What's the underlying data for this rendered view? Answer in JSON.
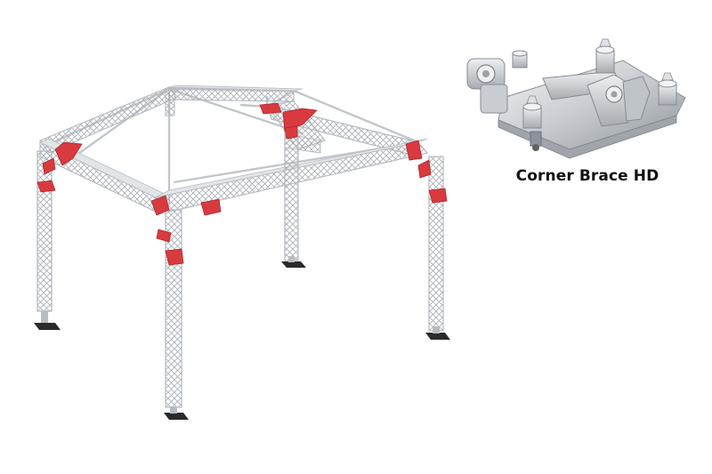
{
  "caption": "Corner Brace HD",
  "colors": {
    "truss": "#c9ccd0",
    "truss_dark": "#9ea3a9",
    "brace": "#d93a3f",
    "base_plate": "#2b2b2b",
    "part_light": "#e6e8ea",
    "part_mid": "#b7bcc2",
    "part_dark": "#7d838a"
  },
  "icons": {
    "main": "truss-roof-structure-illustration",
    "detail": "corner-brace-part-illustration"
  }
}
